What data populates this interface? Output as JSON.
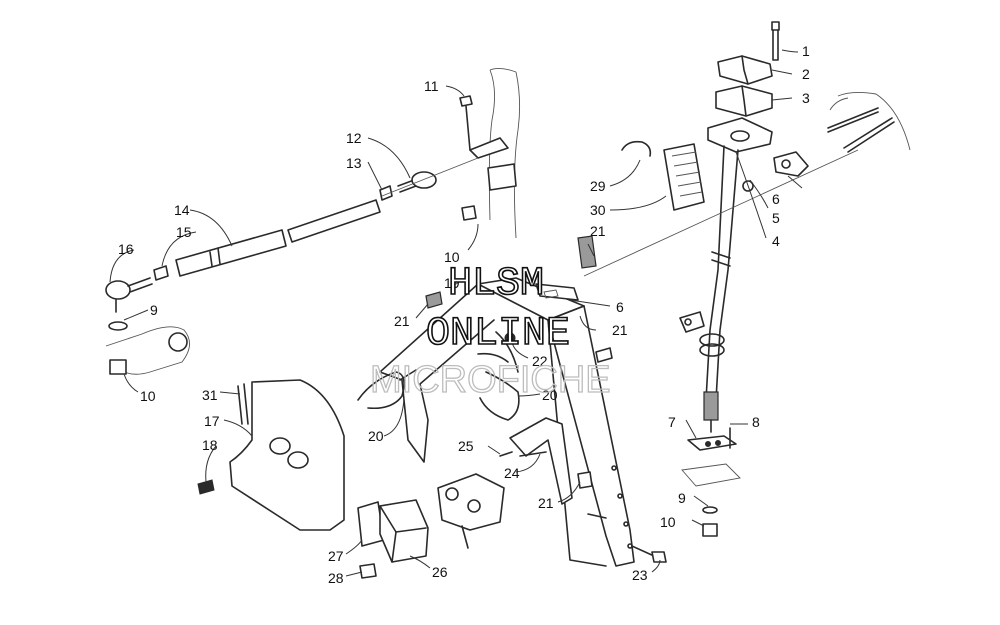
{
  "callouts": {
    "c1": "1",
    "c2": "2",
    "c3": "3",
    "c4": "4",
    "c5": "5",
    "c6a": "6",
    "c6b": "6",
    "c7": "7",
    "c8": "8",
    "c9a": "9",
    "c9b": "9",
    "c10a": "10",
    "c10b": "10",
    "c10c": "10",
    "c11": "11",
    "c12": "12",
    "c13": "13",
    "c14": "14",
    "c15": "15",
    "c16": "16",
    "c17": "17",
    "c18": "18",
    "c19": "19",
    "c20a": "20",
    "c20b": "20",
    "c21a": "21",
    "c21b": "21",
    "c21c": "21",
    "c21d": "21",
    "c22": "22",
    "c23": "23",
    "c24": "24",
    "c25": "25",
    "c26": "26",
    "c27": "27",
    "c28": "28",
    "c29": "29",
    "c30": "30",
    "c31": "31"
  },
  "watermark": {
    "line1": "HLSM",
    "line2": "ONLINE",
    "line3": "MICROFICHE"
  }
}
